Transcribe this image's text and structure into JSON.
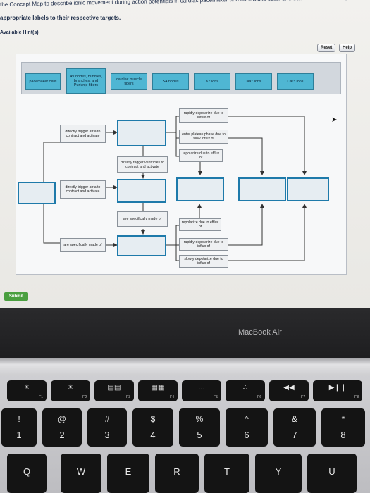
{
  "instructions": {
    "line1": "the Concept Map to describe ionic movement during action potentials in cardiac pacemaker and contractile cells, and trace the conduction pathway",
    "line2": "appropriate labels to their respective targets."
  },
  "hints_label": "Available Hint(s)",
  "toolbar": {
    "reset": "Reset",
    "help": "Help"
  },
  "label_bank": [
    "pacemaker cells",
    "AV nodes, bundles, branches, and Purkinje fibers",
    "cardiac muscle fibers",
    "SA nodes",
    "K⁺ ions",
    "Na⁺ ions",
    "Ca²⁺ ions"
  ],
  "map_labels": {
    "rapidly_depolarize_influx": "rapidly depolarize due to influx of",
    "directly_trigger_atria_1": "directly trigger atria to contract and activate",
    "enter_plateau": "enter plateau phase due to slow influx of",
    "repolarize_due_efflux_1": "repolarize due to efflux of",
    "directly_trigger_ventricles": "directly trigger ventricles to contract and activate",
    "directly_trigger_atria_2": "directly trigger atria to contract and activate",
    "are_specifically_made_of_1": "are specifically made of",
    "repolarize_due_efflux_2": "repolarize due to efflux of",
    "are_specifically_made_of_2": "are specifically made of",
    "rapidly_depolarize_influx_2": "rapidly depolarize due to influx of",
    "slowly_depolarize": "slowly depolarize due to influx of"
  },
  "submit_label": "Submit",
  "bezel_brand": "MacBook Air",
  "keyboard": {
    "fn_row": [
      {
        "icon": "☀",
        "label": "F1"
      },
      {
        "icon": "☀",
        "label": "F2"
      },
      {
        "icon": "▤▤",
        "label": "F3"
      },
      {
        "icon": "▦▦",
        "label": "F4"
      },
      {
        "icon": "…",
        "label": "F5"
      },
      {
        "icon": "∴",
        "label": "F6"
      },
      {
        "icon": "◀◀",
        "label": "F7"
      },
      {
        "icon": "▶❙❙",
        "label": "F8"
      }
    ],
    "num_row": [
      {
        "top": "!",
        "main": "1"
      },
      {
        "top": "@",
        "main": "2"
      },
      {
        "top": "#",
        "main": "3"
      },
      {
        "top": "$",
        "main": "4"
      },
      {
        "top": "%",
        "main": "5"
      },
      {
        "top": "^",
        "main": "6"
      },
      {
        "top": "&",
        "main": "7"
      },
      {
        "top": "*",
        "main": "8"
      }
    ],
    "letter_row": [
      "Q",
      "W",
      "E",
      "R",
      "T",
      "Y",
      "U"
    ]
  },
  "colors": {
    "chip_fill": "#4fb6d3",
    "drop_border": "#1e7aaa",
    "submit": "#4a9f3f"
  }
}
